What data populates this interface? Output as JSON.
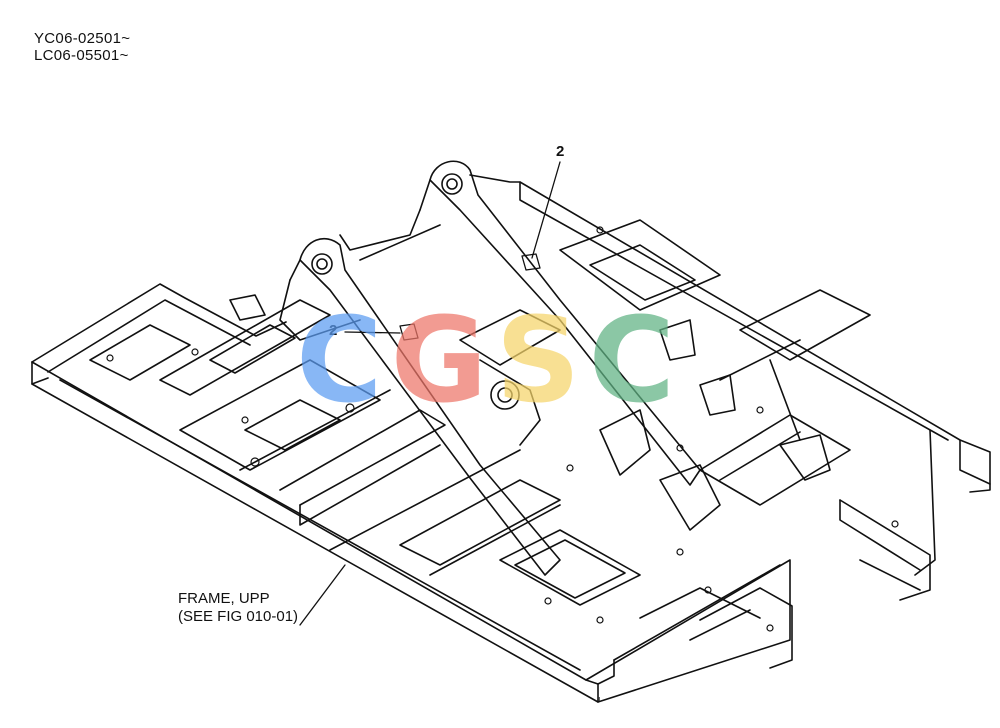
{
  "header": {
    "serial_lines": [
      "YC06-02501~",
      "LC06-05501~"
    ]
  },
  "callouts": {
    "top": "2",
    "middle": "2"
  },
  "frame_label": {
    "line1": "FRAME, UPP",
    "line2": "(SEE FIG 010-01)"
  },
  "watermark": {
    "letters": [
      {
        "char": "C",
        "color": "#5b9cf2"
      },
      {
        "char": "G",
        "color": "#ee7669"
      },
      {
        "char": "S",
        "color": "#f6d56a"
      },
      {
        "char": "C",
        "color": "#5fb283"
      }
    ]
  },
  "stray_mark": "ı"
}
